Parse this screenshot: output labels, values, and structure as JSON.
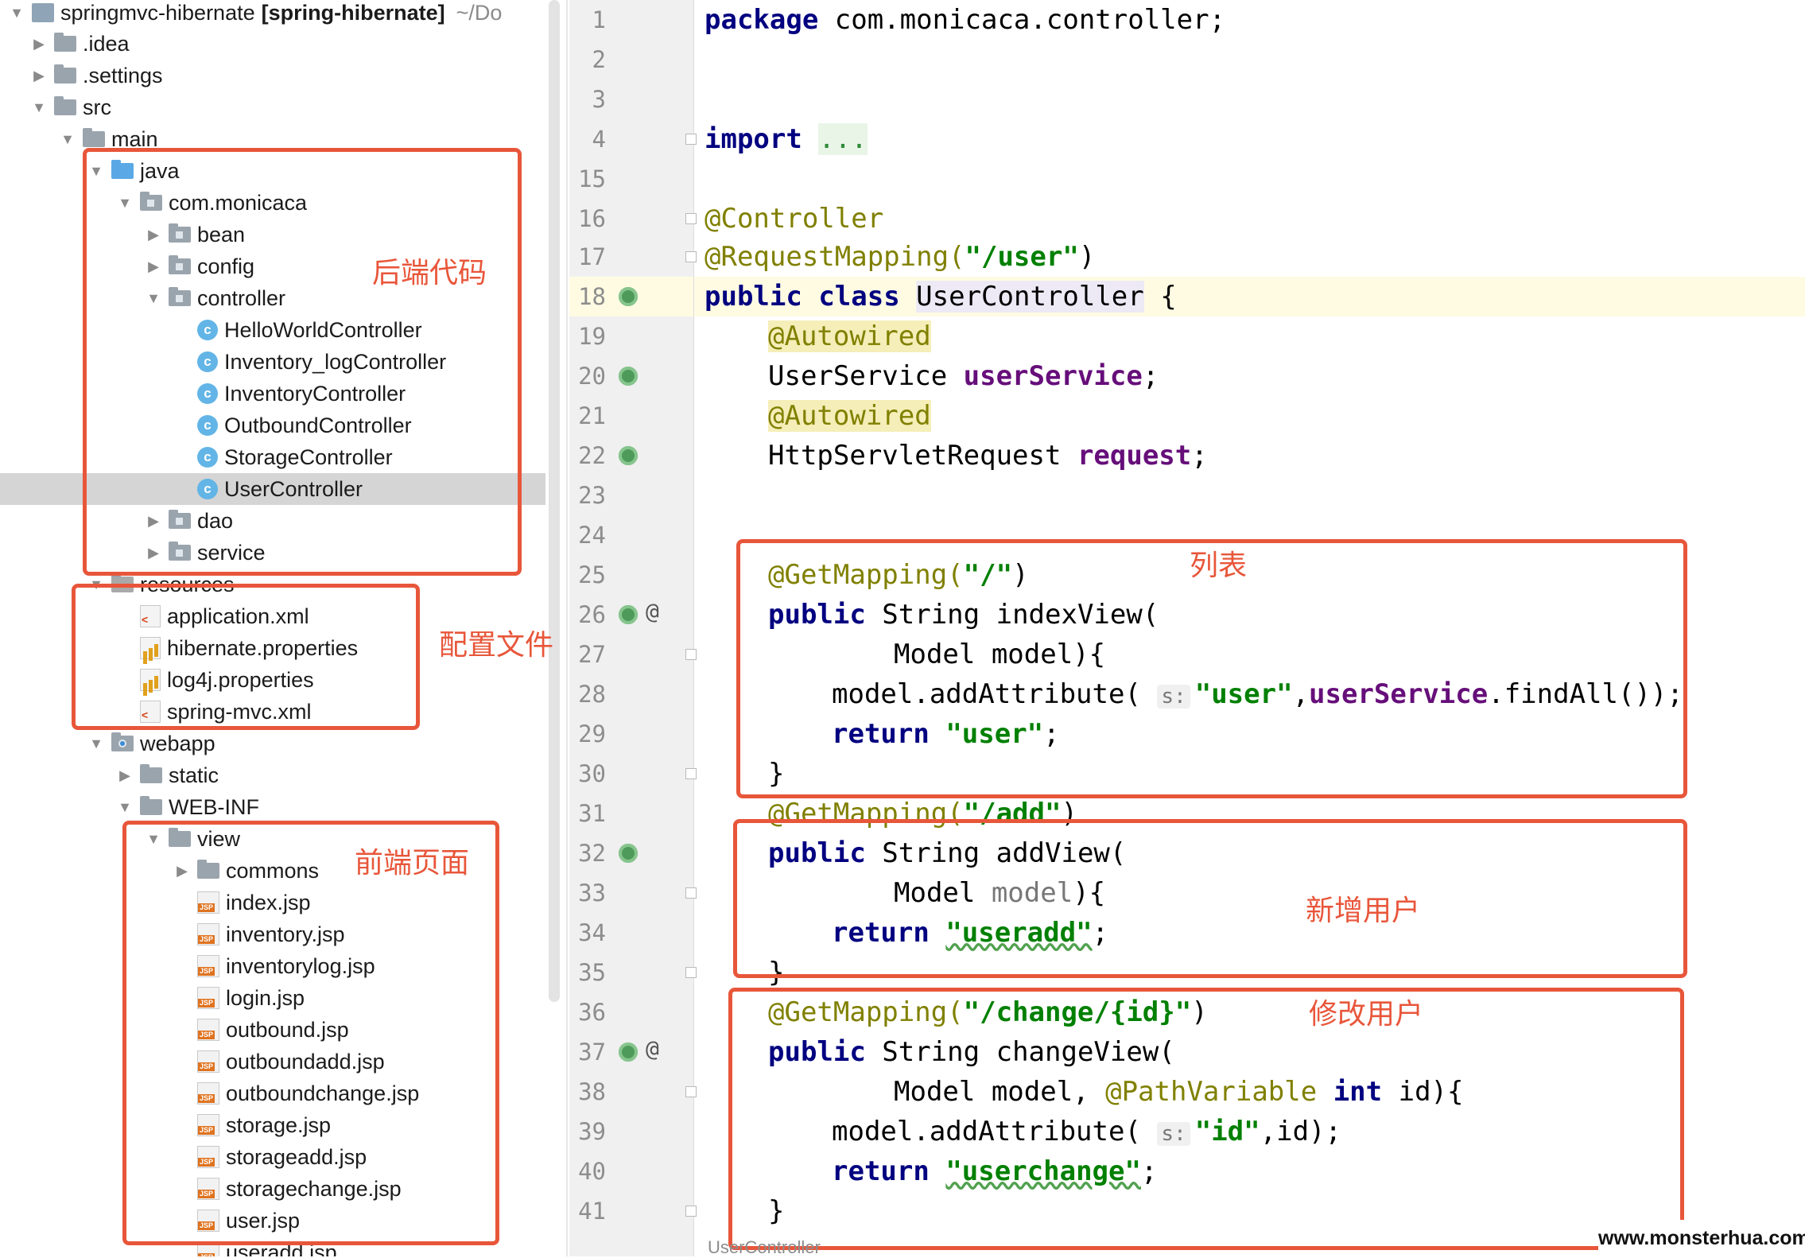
{
  "project_tree": {
    "root": {
      "name": "springmvc-hibernate",
      "module": "[spring-hibernate]",
      "path": "~/Do"
    },
    "nodes": {
      "idea": ".idea",
      "settings": ".settings",
      "src": "src",
      "main": "main",
      "java": "java",
      "pkg": "com.monicaca",
      "bean": "bean",
      "config": "config",
      "controller": "controller",
      "c1": "HelloWorldController",
      "c2": "Inventory_logController",
      "c3": "InventoryController",
      "c4": "OutboundController",
      "c5": "StorageController",
      "c6": "UserController",
      "dao": "dao",
      "service": "service",
      "resources": "resources",
      "r1": "application.xml",
      "r2": "hibernate.properties",
      "r3": "log4j.properties",
      "r4": "spring-mvc.xml",
      "webapp": "webapp",
      "static": "static",
      "webinf": "WEB-INF",
      "view": "view",
      "commons": "commons",
      "j1": "index.jsp",
      "j2": "inventory.jsp",
      "j3": "inventorylog.jsp",
      "j4": "login.jsp",
      "j5": "outbound.jsp",
      "j6": "outboundadd.jsp",
      "j7": "outboundchange.jsp",
      "j8": "storage.jsp",
      "j9": "storageadd.jsp",
      "j10": "storagechange.jsp",
      "j11": "user.jsp",
      "j12": "useradd.jsp"
    },
    "file_type_badge": "JSP"
  },
  "editor": {
    "line_numbers": {
      "l1": "1",
      "l2": "2",
      "l3": "3",
      "l4": "4",
      "l15": "15",
      "l16": "16",
      "l17": "17",
      "l18": "18",
      "l19": "19",
      "l20": "20",
      "l21": "21",
      "l22": "22",
      "l23": "23",
      "l24": "24",
      "l25": "25",
      "l26": "26",
      "l27": "27",
      "l28": "28",
      "l29": "29",
      "l30": "30",
      "l31": "31",
      "l32": "32",
      "l33": "33",
      "l34": "34",
      "l35": "35",
      "l36": "36",
      "l37": "37",
      "l38": "38",
      "l39": "39",
      "l40": "40",
      "l41": "41"
    },
    "gutter_at": "@",
    "tok": {
      "package_kw": "package",
      "package_name": " com.monicaca.controller;",
      "import_kw": "import",
      "import_fold": "...",
      "ann_controller": "@Controller",
      "ann_reqmap": "@RequestMapping(",
      "str_user_path": "\"/user\"",
      "close_paren": ")",
      "public": "public",
      "class": "class",
      "class_name": "UserController",
      "open_brace": "{",
      "autowired": "@Autowired",
      "type_userservice": "UserService ",
      "field_userservice": "userService",
      "semicolon": ";",
      "type_request": "HttpServletRequest ",
      "field_request": "request",
      "getmapping": "@GetMapping(",
      "str_root": "\"/\"",
      "type_string": " String ",
      "m_index": "indexView(",
      "model_param": "Model model){",
      "add_attr": "model.addAttribute(",
      "hint_s": "s:",
      "str_user": "\"user\"",
      "comma": ",",
      "findall": ".findAll());",
      "return": "return",
      "str_user_ret": "\"user\"",
      "close_brace": "}",
      "str_add": "\"/add\"",
      "m_add": "addView(",
      "model_kw": "Model ",
      "model_var": "model",
      "paren_brace": "){",
      "str_useradd": "\"useradd\"",
      "str_change": "\"/change/{id}\"",
      "m_change": "changeView(",
      "model_model": "Model model, ",
      "pathvariable": "@PathVariable",
      "int": "int",
      "id_brace": " id){",
      "str_id": "\"id\"",
      "id_close": ",id);",
      "str_userchange": "\"userchange\""
    },
    "bottom_tab": "UserController"
  },
  "annotations": {
    "backend": "后端代码",
    "config": "配置文件",
    "frontend": "前端页面",
    "list": "列表",
    "add_user": "新增用户",
    "edit_user": "修改用户",
    "color": "#e8563a"
  },
  "watermark": "www.monsterhua.com"
}
